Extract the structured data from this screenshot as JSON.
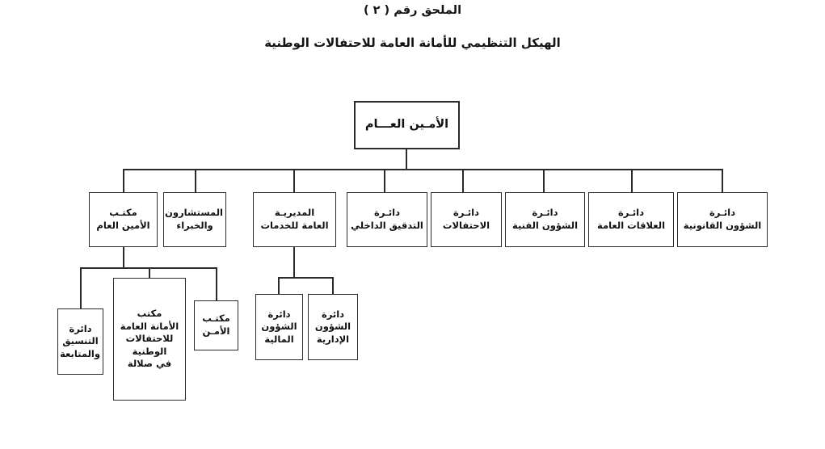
{
  "document": {
    "annex_label": "الملحق رقم ( ٢ )",
    "title": "الهيكل التنظيمي للأمانة العامة للاحتفالات الوطنية",
    "language": "ar",
    "direction": "rtl",
    "line_color": "#2b2b2b",
    "text_color": "#101010",
    "background_color": "#ffffff"
  },
  "chart_data": {
    "type": "diagram",
    "diagram_type": "organizational-chart",
    "title": "الهيكل التنظيمي للأمانة العامة للاحتفالات الوطنية",
    "nodes": {
      "root": {
        "id": "secretary-general",
        "lines": [
          "الأمـين العـــام"
        ],
        "level": 1
      },
      "level2": [
        {
          "id": "legal-affairs-department",
          "lines": [
            "دائـرة",
            "الشؤون القانونية"
          ],
          "level": 2
        },
        {
          "id": "public-relations-department",
          "lines": [
            "دائـرة",
            "العلاقات العامة"
          ],
          "level": 2
        },
        {
          "id": "technical-affairs-department",
          "lines": [
            "دائـرة",
            "الشؤون الفنية"
          ],
          "level": 2
        },
        {
          "id": "celebrations-department",
          "lines": [
            "دائـرة",
            "الاحتفالات"
          ],
          "level": 2
        },
        {
          "id": "internal-audit-department",
          "lines": [
            "دائـرة",
            "التدقيق الداخلي"
          ],
          "level": 2
        },
        {
          "id": "general-directorate-of-services",
          "lines": [
            "المديريـة",
            "العامة للخدمات"
          ],
          "level": 2
        },
        {
          "id": "advisors-and-experts",
          "lines": [
            "المستشارون",
            "والخبراء"
          ],
          "level": 2
        },
        {
          "id": "office-of-secretary-general",
          "lines": [
            "مكتـب",
            "الأمين العام"
          ],
          "level": 2
        }
      ],
      "level3": [
        {
          "id": "administrative-affairs-department",
          "lines": [
            "دائرة",
            "الشؤون",
            "الإدارية"
          ],
          "level": 3,
          "parent": "general-directorate-of-services"
        },
        {
          "id": "financial-affairs-department",
          "lines": [
            "دائرة",
            "الشؤون",
            "المالية"
          ],
          "level": 3,
          "parent": "general-directorate-of-services"
        },
        {
          "id": "security-office",
          "lines": [
            "مكتـب",
            "الأمـن"
          ],
          "level": 3,
          "parent": "office-of-secretary-general"
        },
        {
          "id": "salalah-national-celebrations-office",
          "lines": [
            "مكتب",
            "الأمانة العامة",
            "للاحتفالات",
            "الوطنية",
            "في صلالة"
          ],
          "level": 3,
          "parent": "office-of-secretary-general"
        },
        {
          "id": "coordination-and-followup-department",
          "lines": [
            "دائرة",
            "التنسيق",
            "والمتابعة"
          ],
          "level": 3,
          "parent": "office-of-secretary-general"
        }
      ]
    },
    "edges": [
      {
        "from": "secretary-general",
        "to": "office-of-secretary-general"
      },
      {
        "from": "secretary-general",
        "to": "advisors-and-experts"
      },
      {
        "from": "secretary-general",
        "to": "general-directorate-of-services"
      },
      {
        "from": "secretary-general",
        "to": "internal-audit-department"
      },
      {
        "from": "secretary-general",
        "to": "celebrations-department"
      },
      {
        "from": "secretary-general",
        "to": "technical-affairs-department"
      },
      {
        "from": "secretary-general",
        "to": "public-relations-department"
      },
      {
        "from": "secretary-general",
        "to": "legal-affairs-department"
      },
      {
        "from": "office-of-secretary-general",
        "to": "coordination-and-followup-department"
      },
      {
        "from": "office-of-secretary-general",
        "to": "salalah-national-celebrations-office"
      },
      {
        "from": "office-of-secretary-general",
        "to": "security-office"
      },
      {
        "from": "general-directorate-of-services",
        "to": "financial-affairs-department"
      },
      {
        "from": "general-directorate-of-services",
        "to": "administrative-affairs-department"
      }
    ]
  }
}
